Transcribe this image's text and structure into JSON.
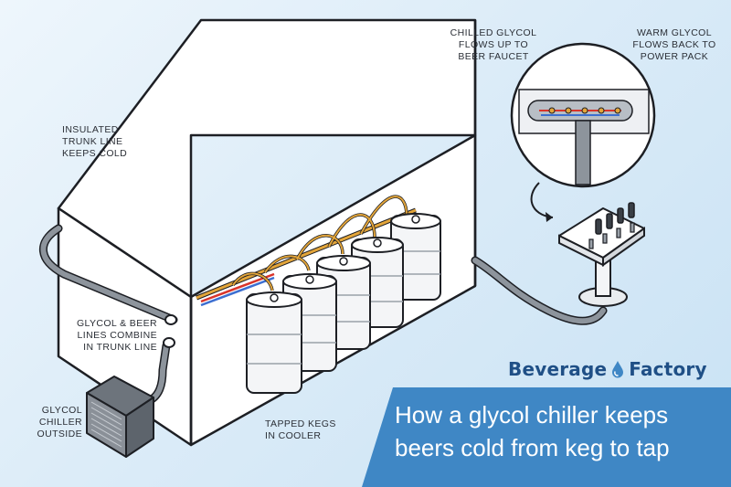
{
  "labels": {
    "trunk_line": [
      "INSULATED",
      "TRUNK LINE",
      "KEEPS COLD"
    ],
    "chilled_glycol": [
      "CHILLED GLYCOL",
      "FLOWS UP TO",
      "BEER FAUCET"
    ],
    "warm_glycol": [
      "WARM GLYCOL",
      "FLOWS BACK TO",
      "POWER PACK"
    ],
    "lines_combine": [
      "GLYCOL & BEER",
      "LINES COMBINE",
      "IN TRUNK LINE"
    ],
    "chiller_outside": [
      "GLYCOL",
      "CHILLER",
      "OUTSIDE"
    ],
    "tapped_kegs": [
      "TAPPED KEGS",
      "IN COOLER"
    ]
  },
  "brand": {
    "name_left": "Beverage",
    "name_right": "Factory"
  },
  "headline": [
    "How a glycol chiller keeps",
    "beers cold from keg to tap"
  ],
  "colors": {
    "brand_blue": "#1f4f86",
    "banner_blue": "#3f87c5",
    "glycol_warm": "#d9342b",
    "glycol_cold": "#3c6fd1",
    "beer_line": "#e3a53a"
  }
}
